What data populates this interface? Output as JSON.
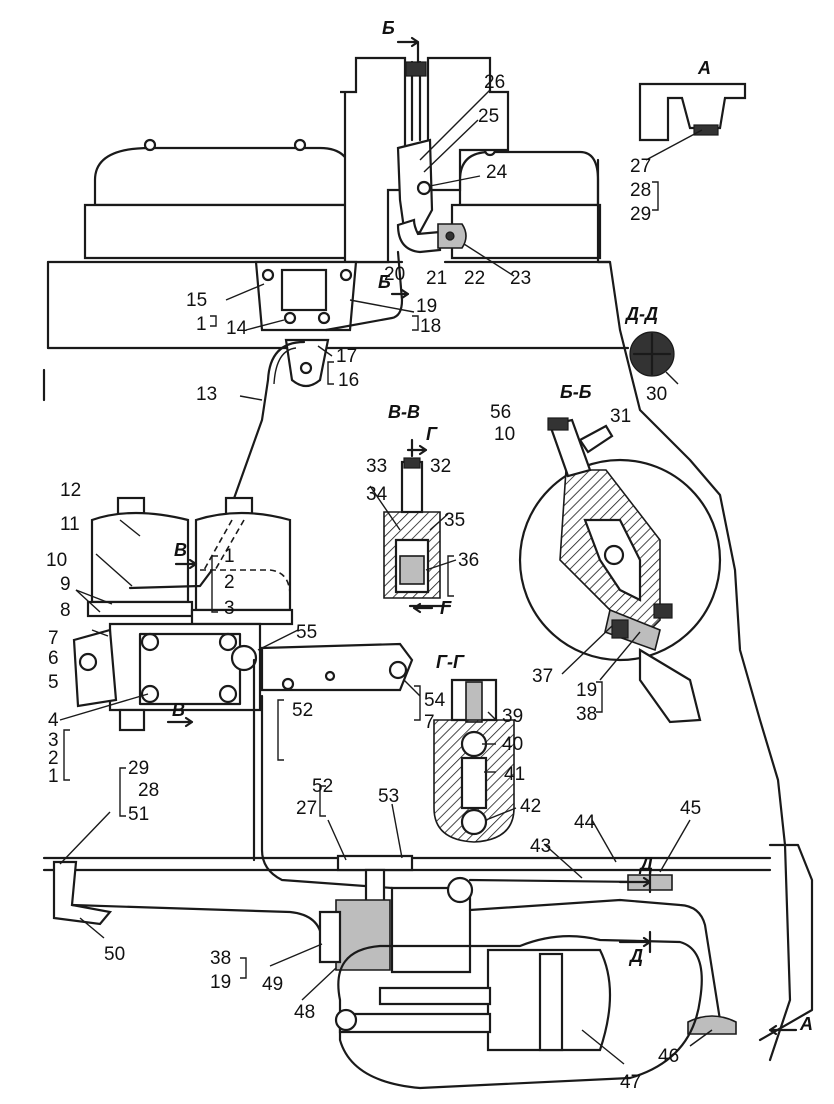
{
  "colors": {
    "ink": "#1a1a1a",
    "paper": "#ffffff",
    "shade": "#bdbdbd"
  },
  "section_titles": {
    "b_top": "Б",
    "b_mid": "Б",
    "a_top": "А",
    "a_bottom": "А",
    "d_top": "Д",
    "d_bottom": "Д",
    "dd": "Д-Д",
    "bb": "Б-Б",
    "vv": "В-В",
    "v_left": "В",
    "v_right": "В",
    "g_top": "Г",
    "g_bottom": "Г",
    "gg": "Г-Г"
  },
  "labels": {
    "l1a": "1",
    "l2a": "2",
    "l3a": "3",
    "l1b": "1",
    "l2b": "2",
    "l3b": "3",
    "l4": "4",
    "l5": "5",
    "l6": "6",
    "l7a": "7",
    "l8": "8",
    "l9": "9",
    "l10a": "10",
    "l11": "11",
    "l12": "12",
    "l13": "13",
    "l14": "14",
    "l15": "15",
    "l1c": "1",
    "l16": "16",
    "l17": "17",
    "l18": "18",
    "l19a": "19",
    "l20": "20",
    "l21": "21",
    "l22": "22",
    "l23": "23",
    "l24": "24",
    "l25": "25",
    "l26": "26",
    "l27a": "27",
    "l28a": "28",
    "l29a": "29",
    "l30": "30",
    "l56": "56",
    "l31": "31",
    "l10b": "10",
    "l33": "33",
    "l32": "32",
    "l34": "34",
    "l35": "35",
    "l36": "36",
    "l37": "37",
    "l19b": "19",
    "l38a": "38",
    "l55": "55",
    "l54": "54",
    "l7b": "7",
    "l52a": "52",
    "l39": "39",
    "l40": "40",
    "l41": "41",
    "l42": "42",
    "l29b": "29",
    "l28b": "28",
    "l51": "51",
    "l52b": "52",
    "l27b": "27",
    "l53": "53",
    "l44": "44",
    "l43": "43",
    "l45": "45",
    "l50": "50",
    "l38b": "38",
    "l19c": "19",
    "l49": "49",
    "l48": "48",
    "l46": "46",
    "l47": "47"
  }
}
